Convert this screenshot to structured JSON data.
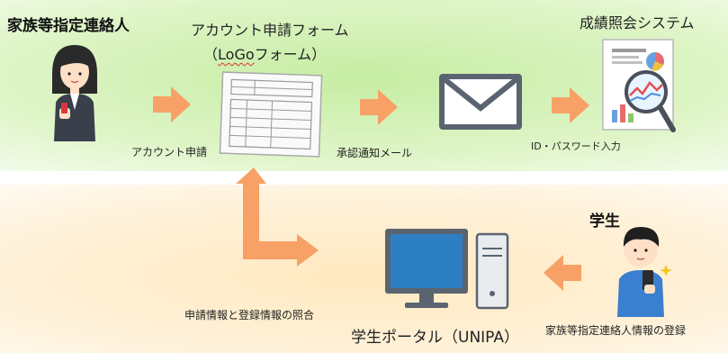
{
  "contact_person": {
    "title": "家族等指定連絡人"
  },
  "form": {
    "title_line1": "アカウント申請フォーム",
    "title_line2_prefix": "（",
    "title_line2_logo": "LoGo",
    "title_line2_suffix": "フォーム）"
  },
  "grades_system": {
    "title": "成績照会システム"
  },
  "student": {
    "title": "学生"
  },
  "portal": {
    "title": "学生ポータル（UNIPA）"
  },
  "steps": {
    "account_request": "アカウント申請",
    "approval_mail": "承認通知メール",
    "id_password": "ID・パスワード入力",
    "cross_check": "申請情報と登録情報の照合",
    "register_contact": "家族等指定連絡人情報の登録"
  },
  "colors": {
    "arrow": "#f7a166",
    "top_band": "#c6eda3",
    "bottom_band": "#ffe8bf",
    "monitor": "#2d7fc4",
    "envelope": "#5a6470"
  }
}
